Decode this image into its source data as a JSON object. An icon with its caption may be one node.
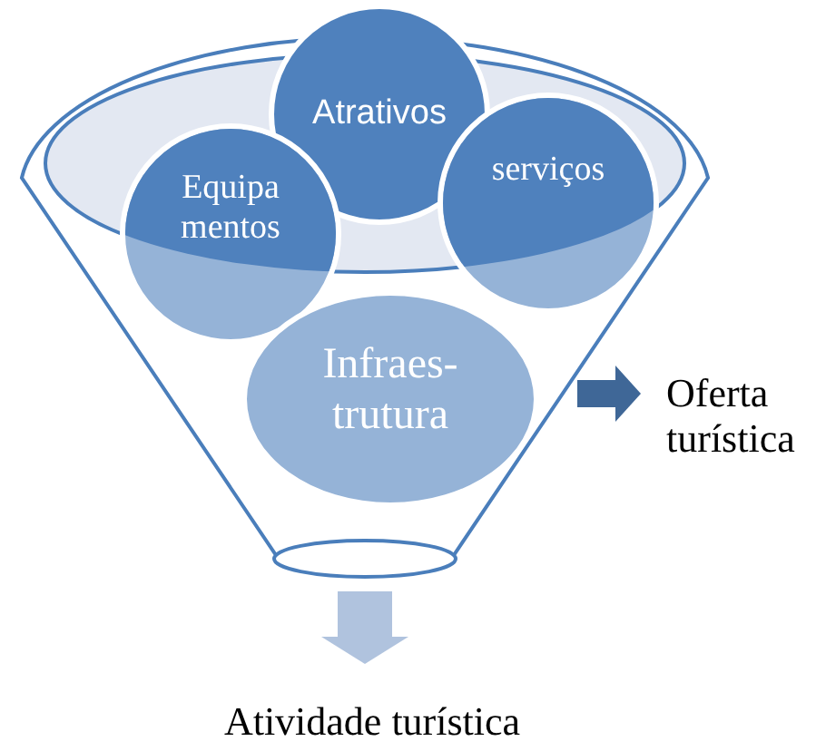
{
  "diagram": {
    "nodes": [
      {
        "text": [],
        "shape": "funnel"
      },
      {
        "text": [
          "Atrativos"
        ],
        "in": 0
      },
      {
        "text": [
          "Equipa mentos"
        ],
        "in": 0
      },
      {
        "text": [
          "serviços"
        ],
        "in": 0
      },
      {
        "text": [
          "Infraes- trutura"
        ],
        "in": 0
      },
      {
        "text": [
          "Oferta turística"
        ]
      },
      {
        "text": [
          "Atividade turística"
        ]
      }
    ],
    "edges": [
      {
        "from": 0,
        "to": 6,
        "arrow": "to",
        "style": "thick",
        "color": "#b0c3de"
      },
      {
        "from": 0,
        "to": 5,
        "arrow": "to",
        "color": "#3f6797"
      }
    ]
  }
}
